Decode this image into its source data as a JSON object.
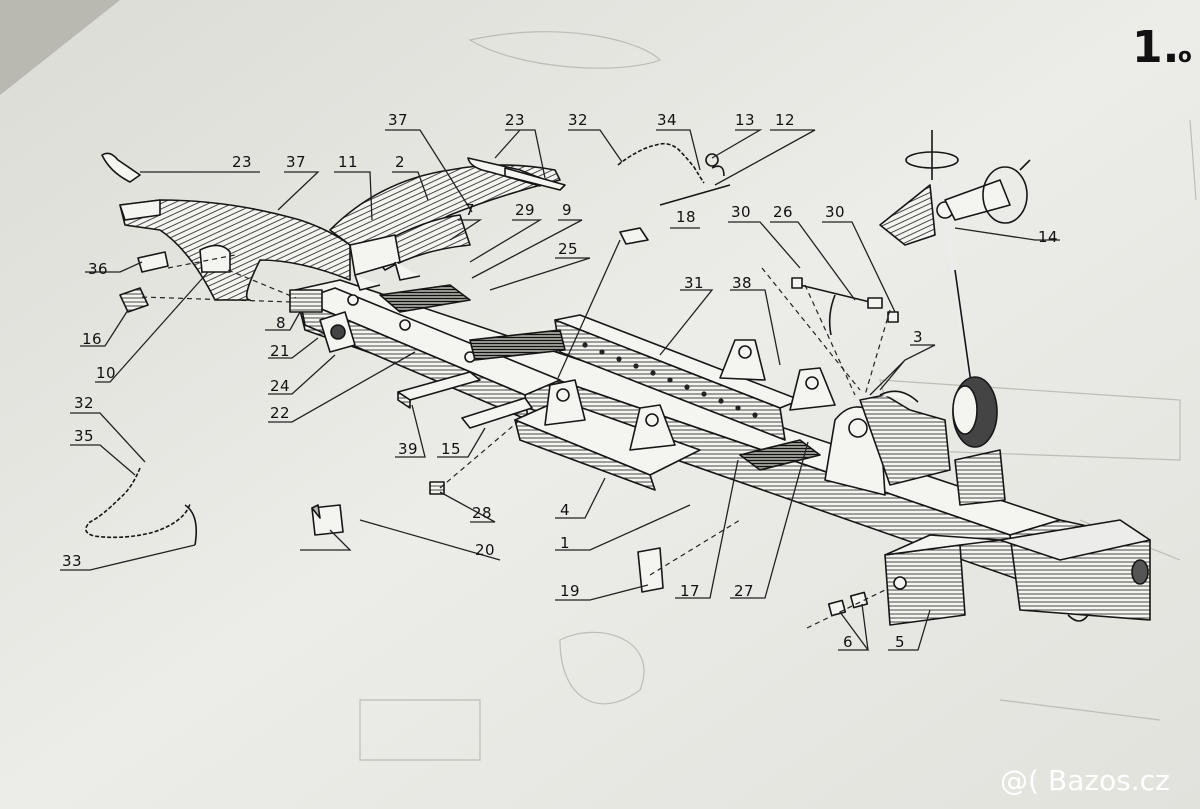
{
  "page": {
    "heading": "1.",
    "heading_tail": "o",
    "watermark": "Bazos.cz",
    "watermark_symbol": "@("
  },
  "colors": {
    "paper": "#ecece8",
    "paper_shadow": "#c4c4bd",
    "ink": "#161616",
    "frame_fill": "#f4f4f0",
    "watermark": "#ffffff"
  },
  "callouts": [
    {
      "id": "c37a",
      "text": "37"
    },
    {
      "id": "c23a",
      "text": "23"
    },
    {
      "id": "c32a",
      "text": "32"
    },
    {
      "id": "c34",
      "text": "34"
    },
    {
      "id": "c13",
      "text": "13"
    },
    {
      "id": "c12",
      "text": "12"
    },
    {
      "id": "c23b",
      "text": "23"
    },
    {
      "id": "c37b",
      "text": "37"
    },
    {
      "id": "c11",
      "text": "11"
    },
    {
      "id": "c2",
      "text": "2"
    },
    {
      "id": "c7",
      "text": "7"
    },
    {
      "id": "c29",
      "text": "29"
    },
    {
      "id": "c9",
      "text": "9"
    },
    {
      "id": "c18",
      "text": "18"
    },
    {
      "id": "c30a",
      "text": "30"
    },
    {
      "id": "c26",
      "text": "26"
    },
    {
      "id": "c30b",
      "text": "30"
    },
    {
      "id": "c14",
      "text": "14"
    },
    {
      "id": "c36",
      "text": "36"
    },
    {
      "id": "c25",
      "text": "25"
    },
    {
      "id": "c31",
      "text": "31"
    },
    {
      "id": "c38",
      "text": "38"
    },
    {
      "id": "c3",
      "text": "3"
    },
    {
      "id": "c8",
      "text": "8"
    },
    {
      "id": "c16",
      "text": "16"
    },
    {
      "id": "c21",
      "text": "21"
    },
    {
      "id": "c10",
      "text": "10"
    },
    {
      "id": "c24",
      "text": "24"
    },
    {
      "id": "c22",
      "text": "22"
    },
    {
      "id": "c32b",
      "text": "32"
    },
    {
      "id": "c35",
      "text": "35"
    },
    {
      "id": "c39",
      "text": "39"
    },
    {
      "id": "c15",
      "text": "15"
    },
    {
      "id": "c28",
      "text": "28"
    },
    {
      "id": "c4",
      "text": "4"
    },
    {
      "id": "c20",
      "text": "20"
    },
    {
      "id": "c1",
      "text": "1"
    },
    {
      "id": "c33",
      "text": "33"
    },
    {
      "id": "c19",
      "text": "19"
    },
    {
      "id": "c17",
      "text": "17"
    },
    {
      "id": "c27",
      "text": "27"
    },
    {
      "id": "c6",
      "text": "6"
    },
    {
      "id": "c5",
      "text": "5"
    }
  ]
}
